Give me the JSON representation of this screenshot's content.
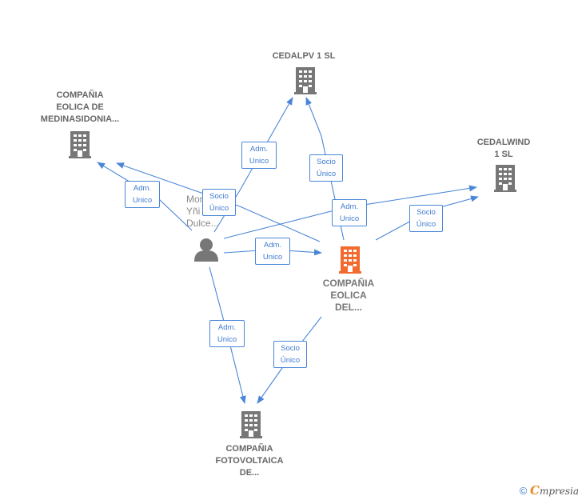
{
  "nodes": {
    "medinasidonia": {
      "lines": [
        "COMPAÑIA",
        "EOLICA DE",
        "MEDINASIDONIA..."
      ]
    },
    "cedalpv": {
      "lines": [
        "CEDALPV 1  SL"
      ]
    },
    "cedalwind": {
      "lines": [
        "CEDALWIND",
        "1  SL"
      ]
    },
    "main": {
      "lines": [
        "COMPAÑIA",
        "EOLICA",
        "DEL..."
      ]
    },
    "fotovoltaica": {
      "lines": [
        "COMPAÑIA",
        "FOTOVOLTAICA",
        "DE..."
      ]
    },
    "person": {
      "lines": [
        "Mon",
        "Yñi",
        "Dulce..."
      ]
    }
  },
  "edge_labels": {
    "adm_medina": [
      "Adm.",
      "Unico"
    ],
    "socio_person_main": [
      "Socio",
      "Único"
    ],
    "adm_cedalpv": [
      "Adm.",
      "Unico"
    ],
    "socio_cedalpv": [
      "Socio",
      "Único"
    ],
    "adm_cedalwind": [
      "Adm.",
      "Unico"
    ],
    "socio_cedalwind": [
      "Socio",
      "Único"
    ],
    "adm_main": [
      "Adm.",
      "Unico"
    ],
    "adm_foto": [
      "Adm.",
      "Unico"
    ],
    "socio_foto": [
      "Socio",
      "Único"
    ]
  },
  "colors": {
    "edge": "#4a86d8",
    "building": "#777777",
    "main_building": "#f26a2e",
    "person": "#777777"
  },
  "footer": {
    "copyright": "©",
    "brand_initial": "C",
    "brand_rest": "mpresia"
  }
}
